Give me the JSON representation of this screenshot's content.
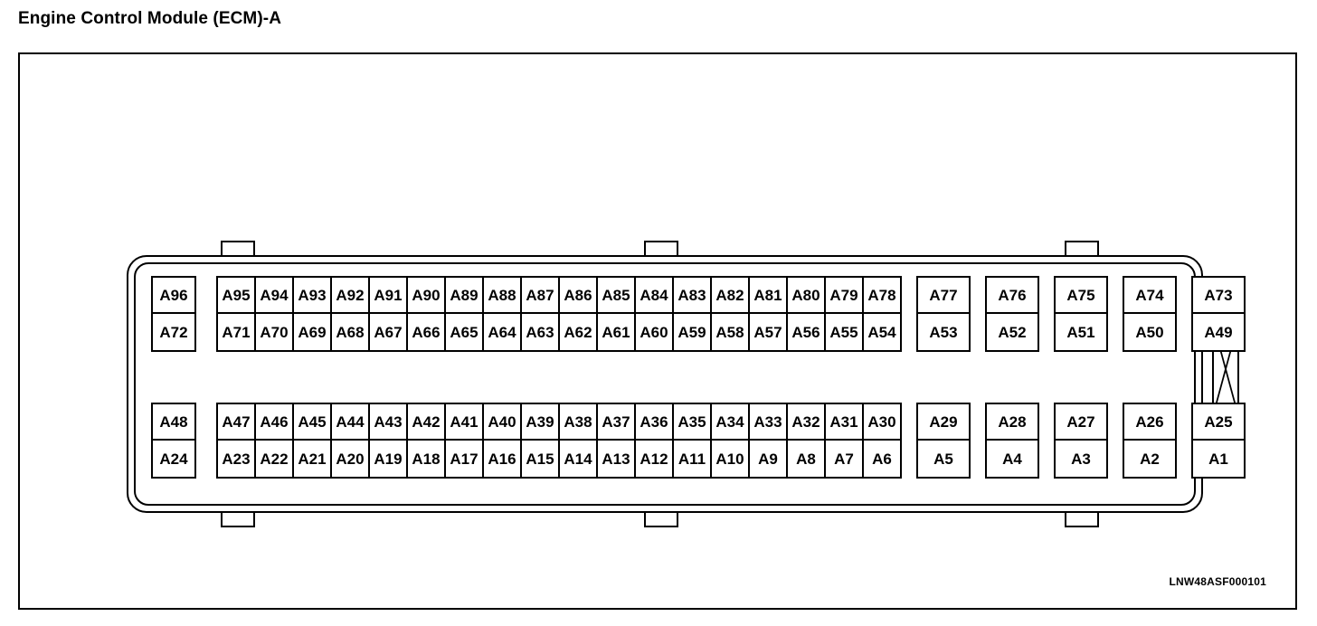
{
  "title": "Engine Control Module (ECM)-A",
  "id_code": "LNW48ASF000101",
  "connector": {
    "latch_icon": "x-latch-icon",
    "tabs_top": [
      "tab-top-left",
      "tab-top-center",
      "tab-top-right"
    ],
    "tabs_bottom": [
      "tab-bottom-left",
      "tab-bottom-center",
      "tab-bottom-right"
    ],
    "sections": [
      {
        "name": "upper",
        "groups": [
          {
            "style": "solo",
            "columns": [
              {
                "upper": "A96",
                "lower": "A72"
              }
            ]
          },
          {
            "style": "block",
            "columns": [
              {
                "upper": "A95",
                "lower": "A71"
              },
              {
                "upper": "A94",
                "lower": "A70"
              },
              {
                "upper": "A93",
                "lower": "A69"
              },
              {
                "upper": "A92",
                "lower": "A68"
              },
              {
                "upper": "A91",
                "lower": "A67"
              },
              {
                "upper": "A90",
                "lower": "A66"
              },
              {
                "upper": "A89",
                "lower": "A65"
              },
              {
                "upper": "A88",
                "lower": "A64"
              },
              {
                "upper": "A87",
                "lower": "A63"
              },
              {
                "upper": "A86",
                "lower": "A62"
              },
              {
                "upper": "A85",
                "lower": "A61"
              },
              {
                "upper": "A84",
                "lower": "A60"
              },
              {
                "upper": "A83",
                "lower": "A59"
              },
              {
                "upper": "A82",
                "lower": "A58"
              },
              {
                "upper": "A81",
                "lower": "A57"
              },
              {
                "upper": "A80",
                "lower": "A56"
              },
              {
                "upper": "A79",
                "lower": "A55"
              },
              {
                "upper": "A78",
                "lower": "A54"
              }
            ]
          },
          {
            "style": "spaced",
            "columns": [
              {
                "upper": "A77",
                "lower": "A53"
              }
            ]
          },
          {
            "style": "spaced",
            "columns": [
              {
                "upper": "A76",
                "lower": "A52"
              }
            ]
          },
          {
            "style": "spaced",
            "columns": [
              {
                "upper": "A75",
                "lower": "A51"
              }
            ]
          },
          {
            "style": "spaced",
            "columns": [
              {
                "upper": "A74",
                "lower": "A50"
              }
            ]
          },
          {
            "style": "spaced",
            "columns": [
              {
                "upper": "A73",
                "lower": "A49"
              }
            ]
          }
        ]
      },
      {
        "name": "lower",
        "groups": [
          {
            "style": "solo",
            "columns": [
              {
                "upper": "A48",
                "lower": "A24"
              }
            ]
          },
          {
            "style": "block",
            "columns": [
              {
                "upper": "A47",
                "lower": "A23"
              },
              {
                "upper": "A46",
                "lower": "A22"
              },
              {
                "upper": "A45",
                "lower": "A21"
              },
              {
                "upper": "A44",
                "lower": "A20"
              },
              {
                "upper": "A43",
                "lower": "A19"
              },
              {
                "upper": "A42",
                "lower": "A18"
              },
              {
                "upper": "A41",
                "lower": "A17"
              },
              {
                "upper": "A40",
                "lower": "A16"
              },
              {
                "upper": "A39",
                "lower": "A15"
              },
              {
                "upper": "A38",
                "lower": "A14"
              },
              {
                "upper": "A37",
                "lower": "A13"
              },
              {
                "upper": "A36",
                "lower": "A12"
              },
              {
                "upper": "A35",
                "lower": "A11"
              },
              {
                "upper": "A34",
                "lower": "A10"
              },
              {
                "upper": "A33",
                "lower": "A9"
              },
              {
                "upper": "A32",
                "lower": "A8"
              },
              {
                "upper": "A31",
                "lower": "A7"
              },
              {
                "upper": "A30",
                "lower": "A6"
              }
            ]
          },
          {
            "style": "spaced",
            "columns": [
              {
                "upper": "A29",
                "lower": "A5"
              }
            ]
          },
          {
            "style": "spaced",
            "columns": [
              {
                "upper": "A28",
                "lower": "A4"
              }
            ]
          },
          {
            "style": "spaced",
            "columns": [
              {
                "upper": "A27",
                "lower": "A3"
              }
            ]
          },
          {
            "style": "spaced",
            "columns": [
              {
                "upper": "A26",
                "lower": "A2"
              }
            ]
          },
          {
            "style": "spaced",
            "columns": [
              {
                "upper": "A25",
                "lower": "A1"
              }
            ]
          }
        ]
      }
    ]
  }
}
